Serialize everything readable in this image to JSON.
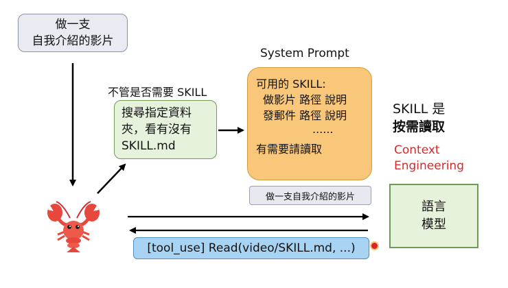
{
  "task_box": {
    "line1": "做一支",
    "line2": "自我介紹的影片"
  },
  "condition_label": "不管是否需要 SKILL",
  "search_box": {
    "line1": "搜尋指定資料",
    "line2": "夾，看有沒有",
    "line3": "SKILL.md"
  },
  "system_prompt": {
    "title": "System Prompt",
    "line1": "可用的 SKILL:",
    "line2": "做影片 路徑 說明",
    "line3": "發郵件 路徑 說明",
    "line4": "......",
    "line5": "有需要請讀取"
  },
  "user_message": "做一支自我介紹的影片",
  "skill_note": {
    "line1": "SKILL 是",
    "line2": "按需讀取"
  },
  "context_engineering": {
    "line1": "Context",
    "line2": "Engineering"
  },
  "model_box": {
    "line1": "語言",
    "line2": "模型"
  },
  "tool_call": "[tool_use] Read(video/SKILL.md, ...)",
  "icons": {
    "agent": "lobster-icon",
    "pointer": "cursor-dot-icon"
  },
  "colors": {
    "accent_red": "#d62a2a",
    "prompt_fill": "#f9c77a",
    "green_fill": "#e7f2dc",
    "tool_fill": "#a9d3f2"
  }
}
